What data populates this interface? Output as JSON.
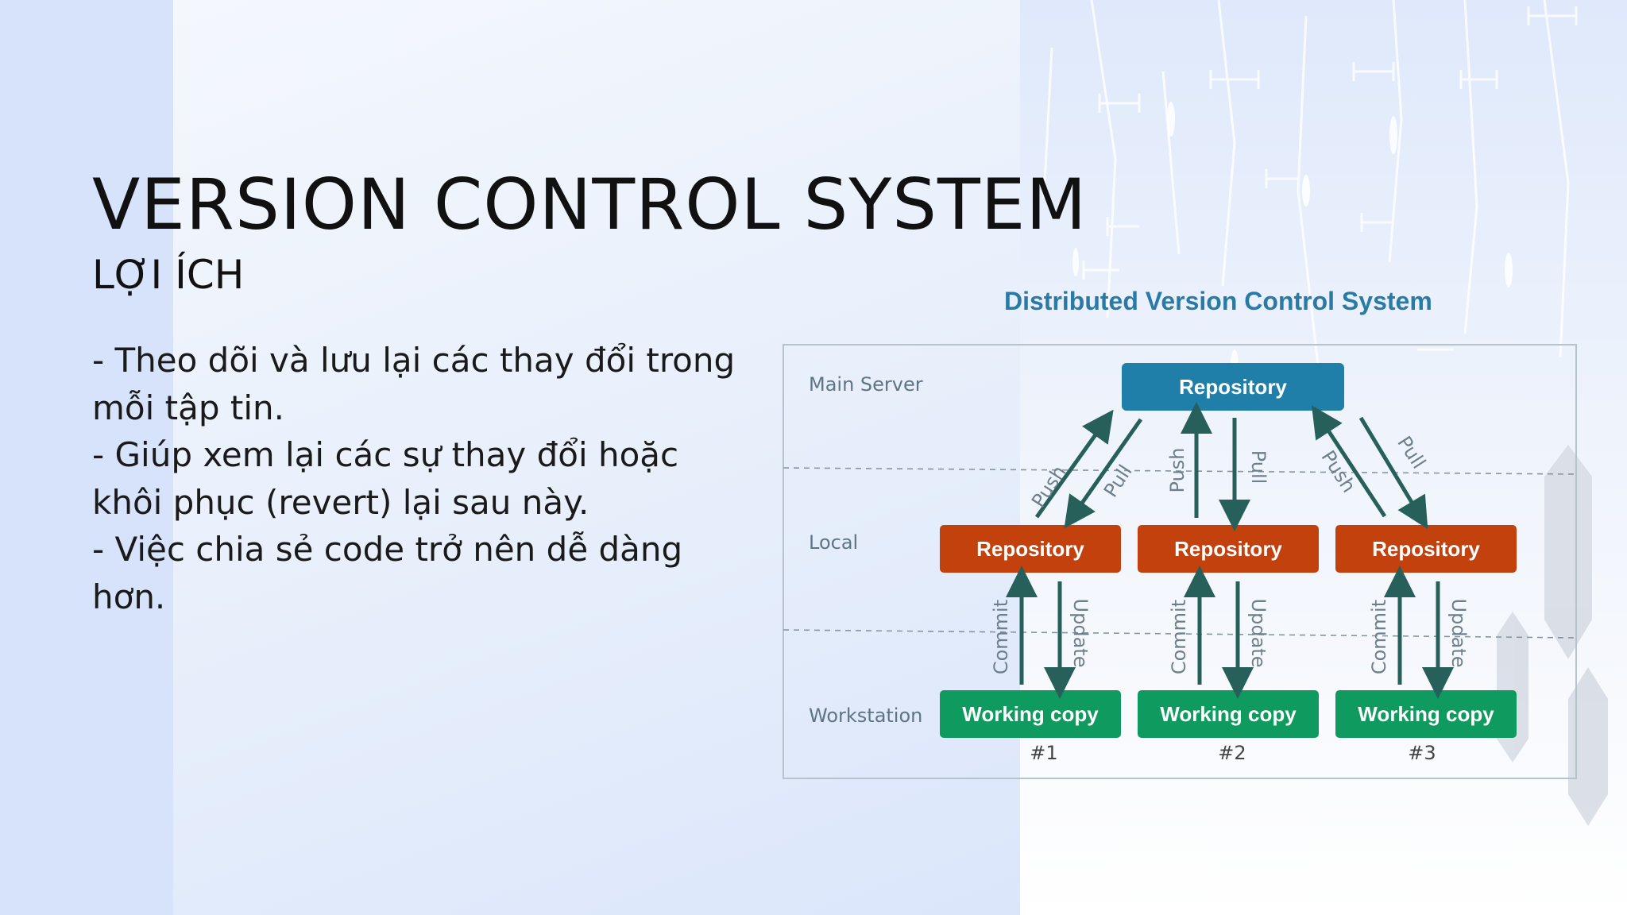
{
  "slide": {
    "title": "VERSION CONTROL SYSTEM",
    "subtitle": "LỢI ÍCH",
    "bullets": [
      "- Theo dõi và lưu lại các thay đổi trong mỗi tập tin.",
      "- Giúp xem lại các sự thay đổi hoặc khôi phục (revert) lại sau này.",
      "- Việc chia sẻ code trở nên dễ dàng hơn."
    ]
  },
  "diagram": {
    "title": "Distributed Version Control System",
    "rows": {
      "server": "Main Server",
      "local": "Local",
      "workstation": "Workstation"
    },
    "server_repo": "Repository",
    "local_repos": [
      "Repository",
      "Repository",
      "Repository"
    ],
    "working_copies": [
      "Working copy",
      "Working copy",
      "Working copy"
    ],
    "copy_numbers": [
      "#1",
      "#2",
      "#3"
    ],
    "labels": {
      "push": "Push",
      "pull": "Pull",
      "commit": "Commit",
      "update": "Update"
    },
    "colors": {
      "title": "#2a7aa6",
      "server": "#1f7fa8",
      "local": "#c2410c",
      "working": "#0f9a5f",
      "arrow": "#275f5b",
      "label": "#6e7f8c"
    }
  }
}
